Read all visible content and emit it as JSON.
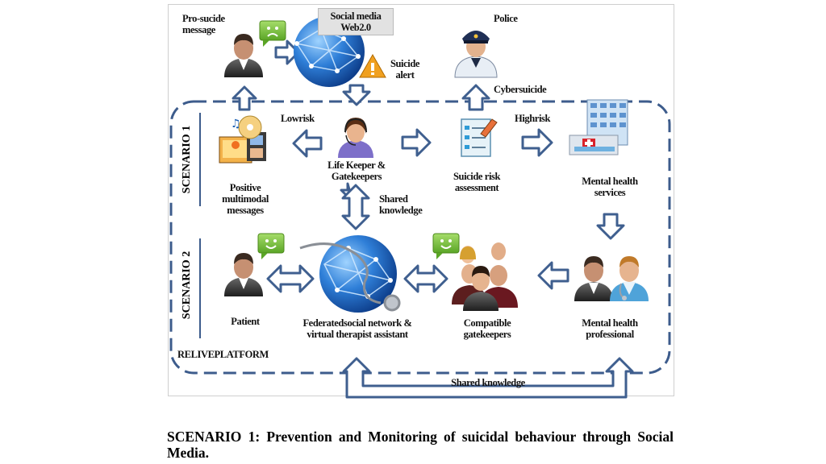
{
  "diagram": {
    "labels": {
      "pro_suicide": [
        "Pro-sucide",
        "message"
      ],
      "social_media": [
        "Social media",
        "Web2.0"
      ],
      "suicide_alert": [
        "Suicide",
        "alert"
      ],
      "police": "Police",
      "cybersuicide": "Cybersuicide",
      "low_risk": "Lowrisk",
      "high_risk": "Highrisk",
      "life_keeper": [
        "Life Keeper &",
        "Gatekeepers"
      ],
      "risk_assessment": [
        "Suicide risk",
        "assessment"
      ],
      "mental_health_services": [
        "Mental health",
        "services"
      ],
      "positive_messages": [
        "Positive",
        "multimodal",
        "messages"
      ],
      "shared_knowledge_mid": [
        "Shared",
        "knowledge"
      ],
      "patient": "Patient",
      "federated": [
        "Federatedsocial network &",
        "virtual therapist assistant"
      ],
      "compatible": [
        "Compatible",
        "gatekeepers"
      ],
      "professional": [
        "Mental health",
        "professional"
      ],
      "platform": "RELIVEPLATFORM",
      "shared_knowledge_bottom": "Shared knowledge",
      "scenario1": "SCENARIO 1",
      "scenario2": "SCENARIO 2"
    },
    "colors": {
      "arrow_stroke": "#3f5f8f",
      "dash_border": "#3d5c8c",
      "globe": "#2f7fd8",
      "speech_bubble": "#7cc242",
      "alert": "#f0a020"
    },
    "icons": [
      "sad-face-icon",
      "smiley-icon",
      "globe-icon",
      "police-icon",
      "person-icon",
      "warning-icon",
      "hospital-icon",
      "stethoscope-icon",
      "media-icon",
      "checklist-icon",
      "headset-icon",
      "group-icon"
    ]
  },
  "caption": "SCENARIO 1: Prevention and Monitoring of suicidal behaviour through Social Media."
}
